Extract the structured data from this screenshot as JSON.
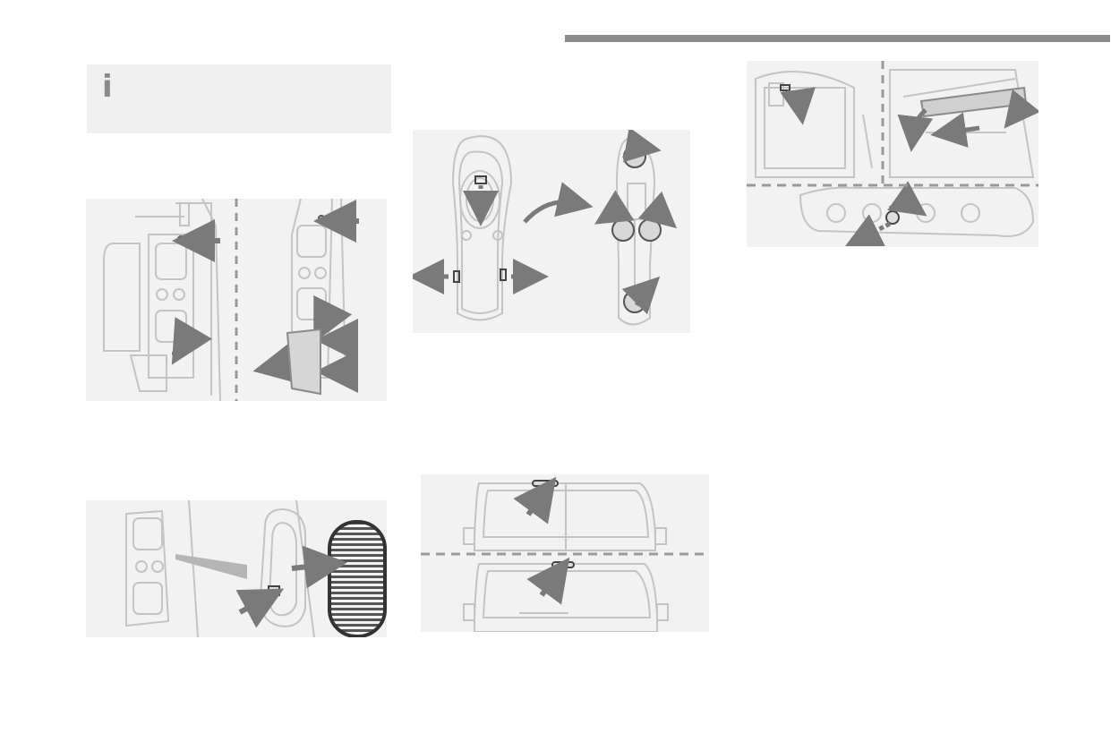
{
  "page": {
    "background": "#ffffff",
    "rule_color": "#8c8c8c"
  },
  "info_box": {
    "icon": "info-icon",
    "icon_glyph": "i",
    "background": "#f0f0f0",
    "icon_color": "#8a8a8a"
  },
  "illustrations": [
    {
      "name": "side-lamp-removal",
      "icon": "lamp-removal-illustration"
    },
    {
      "name": "bulb-holder",
      "icon": "bulb-holder-illustration"
    },
    {
      "name": "tailgate-lamp",
      "icon": "tailgate-lamp-illustration"
    },
    {
      "name": "reflector-removal",
      "icon": "reflector-illustration"
    },
    {
      "name": "third-brake-light",
      "icon": "third-brake-light-illustration"
    }
  ],
  "colors": {
    "line_art": "#c4c4c4",
    "arrow": "#7a7a7a",
    "dashed_separator": "#9a9a9a",
    "panel": "#f2f2f2"
  }
}
